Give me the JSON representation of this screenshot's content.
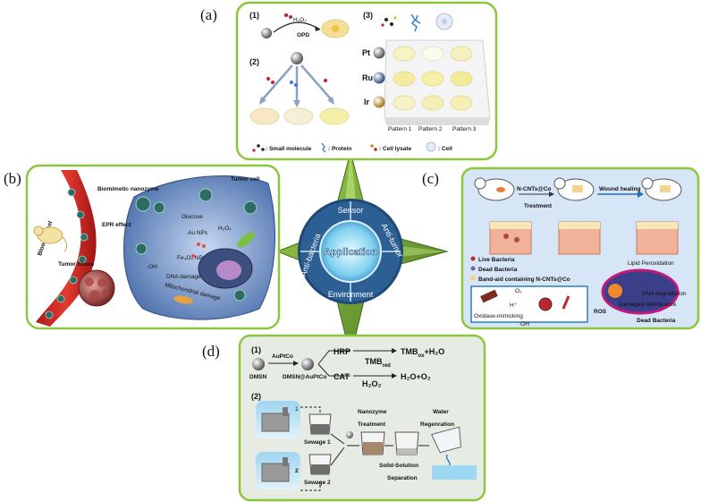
{
  "panel_labels": {
    "a": "(a)",
    "b": "(b)",
    "c": "(c)",
    "d": "(d)"
  },
  "center": {
    "title": "Application",
    "segments": [
      "Sensor",
      "Anti-tumor",
      "Environment",
      "Anti-bacteria"
    ]
  },
  "panel_a": {
    "step1": "(1)",
    "step2": "(2)",
    "step3": "(3)",
    "h2o2": "H₂O₂",
    "opd": "OPD",
    "rows": [
      "Pt",
      "Ru",
      "Ir"
    ],
    "patterns": [
      "Pattern 1",
      "Pattern 2",
      "Pattern 3"
    ],
    "legend": [
      ": Small molecule",
      ": Protein",
      ": Cell lysate",
      ": Cell"
    ]
  },
  "panel_b": {
    "biomimetic": "Biomimetic nanozyme",
    "tumor_cell": "Tumor cell",
    "epr": "EPR effect",
    "blood_vessel": "Blood vessel",
    "tumor_tissue": "Tumor tissue",
    "glucose": "Glucose",
    "au_nps": "Au NPs",
    "h2o2": "H₂O₂",
    "oh": "·OH",
    "fe3o4": "Fe₃O₄ NPs",
    "dna_damage": "DNA damage",
    "mito": "Mitochondrial damage"
  },
  "panel_c": {
    "ncnts": "N-CNTs@Co",
    "wound_healing": "Wound healing",
    "treatment": "Trestment",
    "legend": [
      "Live Bacteria",
      "Dead Bacteria",
      "Band-aid containing N-CNTs@Co"
    ],
    "o2": "O₂",
    "h": "H⁺",
    "oxidase": "Oxidase-mimicking",
    "oh": "·OH",
    "lipid": "Lipid Peroxidation",
    "dna_deg": "DNA degradation",
    "damaged": "Damaged Membrance",
    "ros": "ROS",
    "dead": "Dead Bacteria"
  },
  "panel_d": {
    "step1": "(1)",
    "step2": "(2)",
    "auptco": "AuPtCo",
    "dmsn": "DMSN",
    "dmsn_auptco": "DMSN@AuPtCo",
    "hrp": "HRP",
    "tmb_red": "TMB",
    "tmb_red_sub": "red",
    "tmb_ox": "TMB",
    "tmb_ox_sub": "ox",
    "tmb_ox_rest": "+H₂O",
    "cat": "CAT",
    "h2o2": "H₂O₂",
    "cat_product": "H₂O+O₂",
    "sewage1": "Sewage 1",
    "sewage2": "Sewage 2",
    "n1": "1",
    "n2": "2",
    "nanozyme": "Nanozyme",
    "treatment": "Treatment",
    "water": "Water",
    "regen": "Regenration",
    "ss": "Solid-Solution",
    "sep": "Separation"
  },
  "colors": {
    "panel_border": "#8cc63f",
    "panel_a_bg": "#ffffff",
    "panel_b_bg": "#eef4ff",
    "panel_c_bg": "#dbe9f8",
    "panel_d_bg": "#e6ece4",
    "star": "#6e9b3a",
    "center_ring": "#2e5f8e",
    "cell_body": "#6a8fc7"
  }
}
